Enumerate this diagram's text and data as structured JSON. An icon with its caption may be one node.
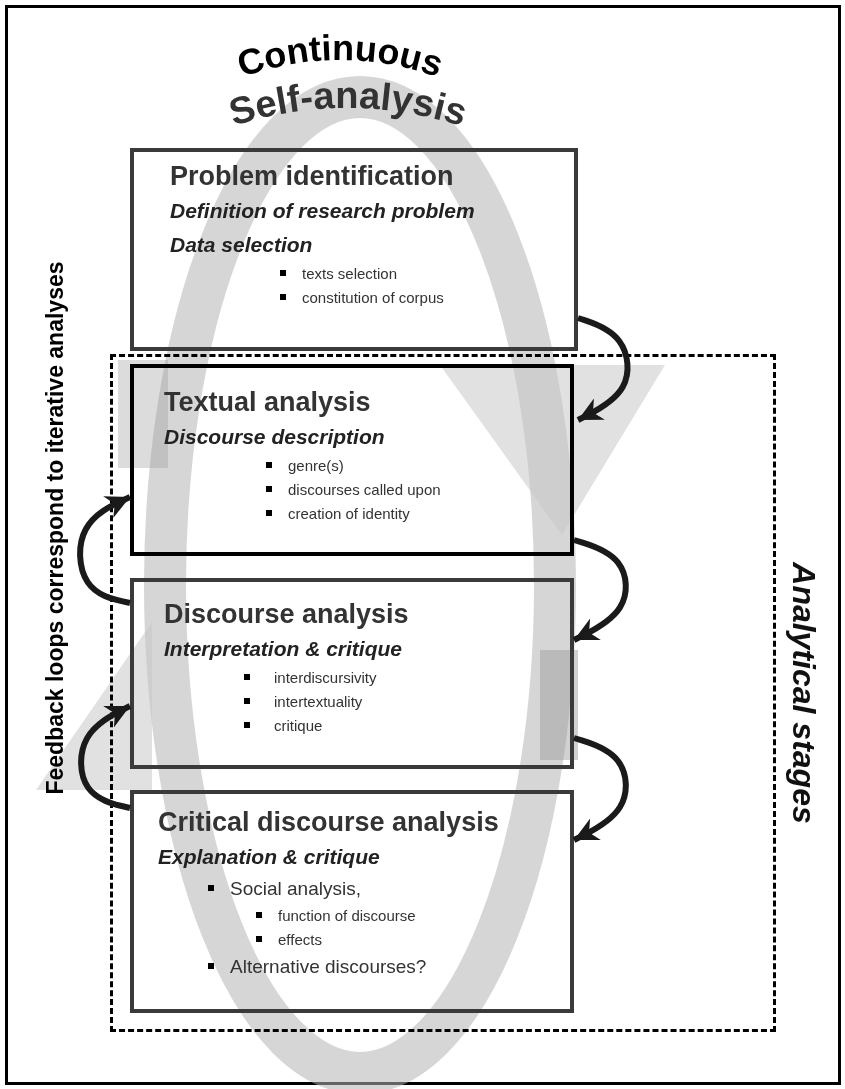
{
  "diagram": {
    "nodes": [
      {
        "text": [
          "Problem identification",
          "Definition of research problem",
          "Data selection",
          "texts  selection",
          "constitution of corpus"
        ]
      },
      {
        "text": [
          "Analytical stages"
        ]
      },
      {
        "text": [
          "Textual analysis",
          "Discourse description",
          "genre(s)",
          "discourses called upon",
          "creation of identity"
        ],
        "in": 1
      },
      {
        "text": [
          "Discourse analysis",
          "Interpretation & critique",
          "interdiscursivity",
          "intertextuality",
          "critique"
        ],
        "in": 1
      },
      {
        "text": [
          "Critical discourse analysis",
          "Explanation & critique",
          "Social analysis,",
          "function of discourse",
          "effects",
          "Alternative discourses?"
        ],
        "in": 1
      }
    ],
    "edges": [
      {
        "from": 0,
        "to": 2,
        "arrow": "to"
      },
      {
        "from": 2,
        "to": 3,
        "arrow": "to"
      },
      {
        "from": 3,
        "to": 4,
        "arrow": "to"
      },
      {
        "from": 3,
        "to": 2,
        "arrow": "to"
      },
      {
        "from": 4,
        "to": 3,
        "arrow": "to"
      }
    ],
    "labels": [
      "Continuous",
      "Self-analysis",
      "Feedback loops correspond to iterative analyses"
    ]
  }
}
